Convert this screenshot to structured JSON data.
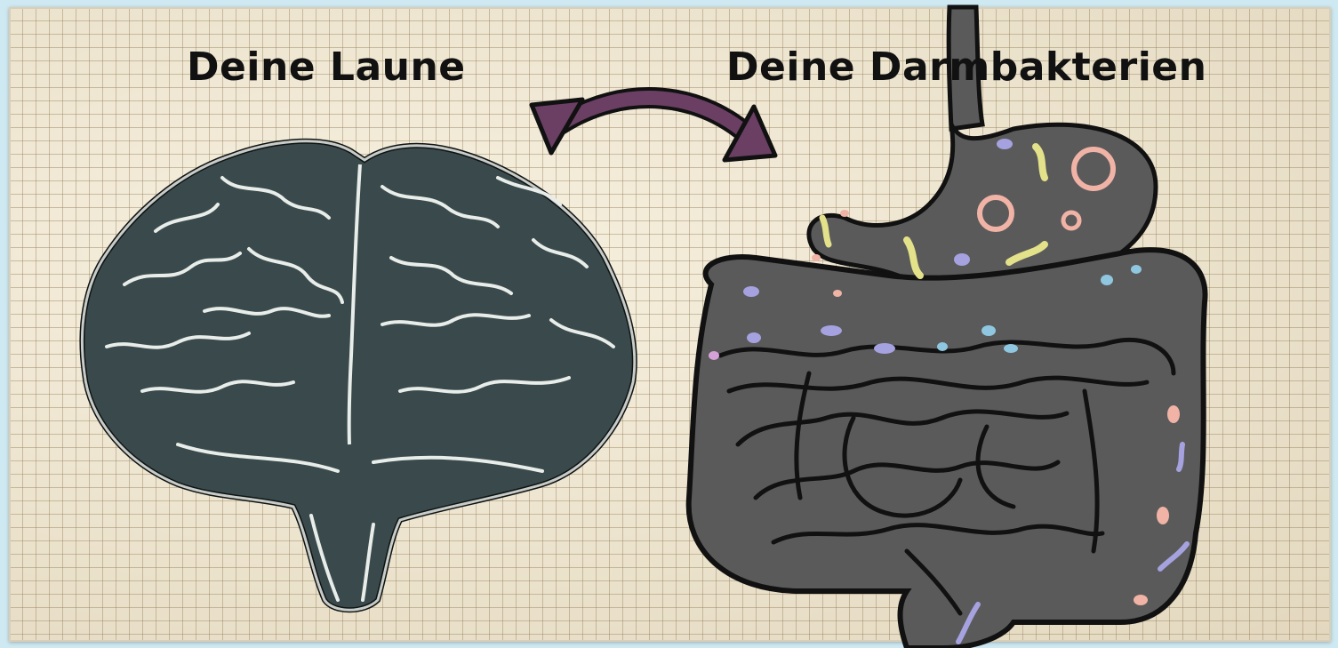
{
  "titles": {
    "left": "Deine Laune",
    "right": "Deine Darmbakterien"
  },
  "colors": {
    "paper": "#ece3cf",
    "grid": "#96825f",
    "brain_fill": "#3a4a4c",
    "chalk": "#e8ede9",
    "gut_fill": "#5a5a5a",
    "arrow": "#6a3f63",
    "bacteria_pink": "#f0b3a6",
    "bacteria_yellow": "#e3e28a",
    "bacteria_blue": "#8fc7e0",
    "bacteria_violet": "#a5a2df"
  },
  "icons": {
    "arrow": "double-arrow-icon",
    "brain": "brain-illustration",
    "gut": "gut-illustration"
  }
}
